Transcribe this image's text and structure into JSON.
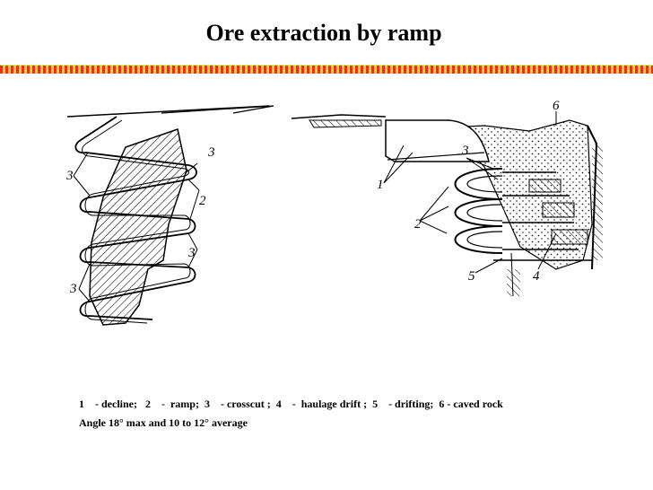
{
  "title": "Ore extraction by ramp",
  "legend_text": "1    - decline;   2    -  ramp;  3    - crosscut ;  4    -  haulage drift ;  5    - drifting;  6 - caved rock",
  "note": "Angle 18° max and 10 to 12° average",
  "diagram": {
    "left_labels": [
      "3",
      "3",
      "2",
      "3",
      "3"
    ],
    "right_labels": [
      "1",
      "3",
      "6",
      "2",
      "4",
      "5"
    ]
  },
  "colors": {
    "bar_red": "#d73a1c",
    "bar_yellow": "#ffcc33",
    "ink": "#000000"
  }
}
